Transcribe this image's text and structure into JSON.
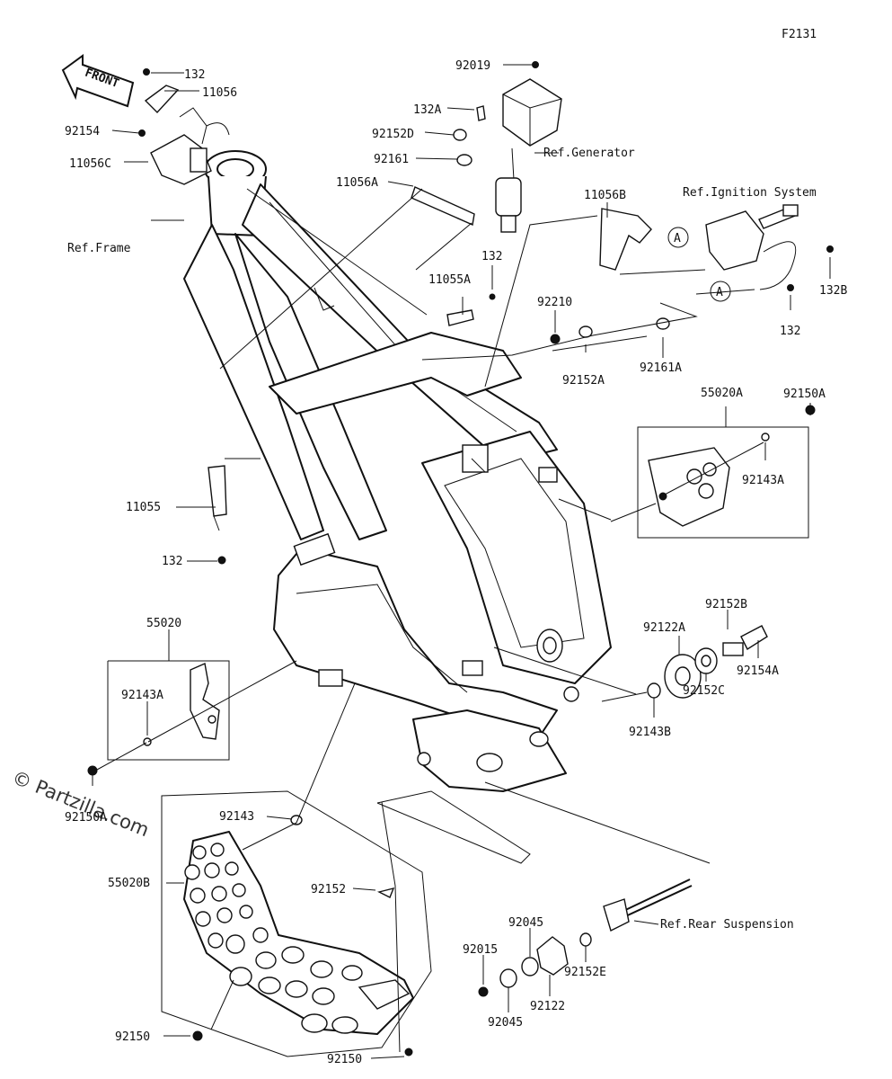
{
  "diagram_code": "F2131",
  "front_arrow": "FRONT",
  "watermark": "© Partzilla.com",
  "labels": {
    "l132_top": "132",
    "l11056": "11056",
    "l92154": "92154",
    "l11056C": "11056C",
    "l92019": "92019",
    "l132A": "132A",
    "l92152D": "92152D",
    "l92161": "92161",
    "l11056A": "11056A",
    "l11056B": "11056B",
    "l132_mid": "132",
    "l11055A": "11055A",
    "l92210": "92210",
    "l92152A": "92152A",
    "l92161A": "92161A",
    "l132B": "132B",
    "l132_right": "132",
    "l92150A_top": "92150A",
    "l55020A": "55020A",
    "l92143A_right": "92143A",
    "l11055": "11055",
    "l132_left": "132",
    "l55020": "55020",
    "l92143A_left": "92143A",
    "l92152B": "92152B",
    "l92122A": "92122A",
    "l92154A": "92154A",
    "l92152C": "92152C",
    "l92143B": "92143B",
    "l92150A_bottom": "92150A",
    "l92143": "92143",
    "l55020B": "55020B",
    "l92152": "92152",
    "l92045_top": "92045",
    "l92015": "92015",
    "l92152E": "92152E",
    "l92122": "92122",
    "l92045_bottom": "92045",
    "l92150_left": "92150",
    "l92150_bottom": "92150"
  },
  "refs": {
    "generator": "Ref.Generator",
    "ignition": "Ref.Ignition System",
    "frame": "Ref.Frame",
    "rear_suspension": "Ref.Rear Suspension"
  },
  "callouts": {
    "a_top": "A",
    "a_bottom": "A"
  }
}
